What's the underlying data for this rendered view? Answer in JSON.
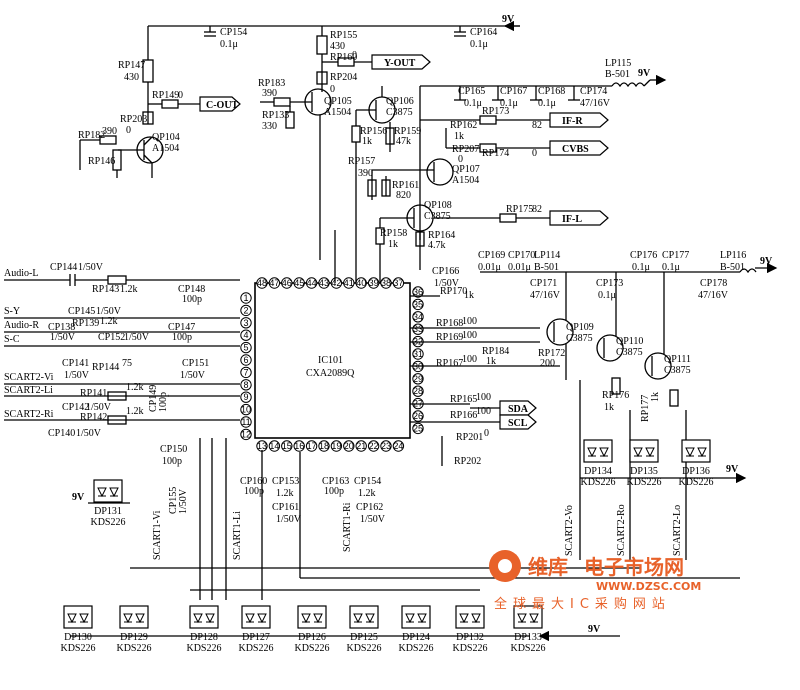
{
  "ic": {
    "ref": "IC101",
    "part": "CXA2089Q"
  },
  "pins_top": [
    "48",
    "47",
    "46",
    "45",
    "44",
    "43",
    "42",
    "41",
    "40",
    "39",
    "38",
    "37"
  ],
  "pins_left": [
    "1",
    "2",
    "3",
    "4",
    "5",
    "6",
    "7",
    "8",
    "9",
    "10",
    "11",
    "12"
  ],
  "pins_bottom": [
    "13",
    "14",
    "15",
    "16",
    "17",
    "18",
    "19",
    "20",
    "21",
    "22",
    "23",
    "24"
  ],
  "pins_right": [
    "36",
    "35",
    "34",
    "33",
    "32",
    "31",
    "30",
    "29",
    "28",
    "27",
    "26",
    "25"
  ],
  "supply": {
    "v9": "9V"
  },
  "signals": {
    "c_out": "C-OUT",
    "y_out": "Y-OUT",
    "if_r": "IF-R",
    "cvbs": "CVBS",
    "if_l": "IF-L",
    "sda": "SDA",
    "scl": "SCL",
    "audio_l": "Audio-L",
    "s_y": "S-Y",
    "audio_r": "Audio-R",
    "s_c": "S-C",
    "scart2_vi": "SCART2-Vi",
    "scart2_li": "SCART2-Li",
    "scart2_ri": "SCART2-Ri",
    "scart1_li": "SCART1-Li",
    "scart1_ri": "SCART1-Ri",
    "scart1_vi": "SCART1-Vi",
    "scart2_vo": "SCART2-Vo",
    "scart2_ro": "SCART2-Ro",
    "scart2_lo": "SCART2-Lo"
  },
  "transistors": {
    "qp104": [
      "QP104",
      "A1504"
    ],
    "qp105": [
      "QP105",
      "A1504"
    ],
    "qp106": [
      "QP106",
      "C3875"
    ],
    "qp107": [
      "QP107",
      "A1504"
    ],
    "qp108": [
      "QP108",
      "C3875"
    ],
    "qp109": [
      "QP109",
      "C3875"
    ],
    "qp110": [
      "QP110",
      "C3875"
    ],
    "qp111": [
      "QP111",
      "C3875"
    ]
  },
  "diodes": {
    "dp130": [
      "DP130",
      "KDS226"
    ],
    "dp129": [
      "DP129",
      "KDS226"
    ],
    "dp128": [
      "DP128",
      "KDS226"
    ],
    "dp127": [
      "DP127",
      "KDS226"
    ],
    "dp126": [
      "DP126",
      "KDS226"
    ],
    "dp125": [
      "DP125",
      "KDS226"
    ],
    "dp124": [
      "DP124",
      "KDS226"
    ],
    "dp132": [
      "DP132",
      "KDS226"
    ],
    "dp133": [
      "DP133",
      "KDS226"
    ],
    "dp131": [
      "DP131",
      "KDS226"
    ],
    "dp134": [
      "DP134",
      "KDS226"
    ],
    "dp135": [
      "DP135",
      "KDS226"
    ],
    "dp136": [
      "DP136",
      "KDS226"
    ]
  },
  "resistors": {
    "rp147": [
      "RP147",
      "430"
    ],
    "rp149": [
      "RP149",
      "0"
    ],
    "rp203": [
      "RP203",
      "0"
    ],
    "rp182": [
      "RP182",
      "390"
    ],
    "rp146": [
      "RP146",
      ""
    ],
    "rp183": [
      "RP183",
      "390"
    ],
    "rp133": [
      "RP133",
      "330"
    ],
    "rp155": [
      "RP155",
      "430"
    ],
    "rp160": [
      "RP160",
      "0"
    ],
    "rp204": [
      "RP204",
      "0"
    ],
    "rp156": [
      "RP156",
      "1k"
    ],
    "rp159": [
      "RP159",
      "47k"
    ],
    "rp162": [
      "RP162",
      "1k"
    ],
    "rp173": [
      "RP173",
      "82"
    ],
    "rp174": [
      "RP174",
      "0"
    ],
    "rp207": [
      "RP207",
      "0"
    ],
    "rp157": [
      "RP157",
      "390"
    ],
    "rp161": [
      "RP161",
      "820"
    ],
    "rp175": [
      "RP175",
      "82"
    ],
    "rp158": [
      "RP158",
      "1k"
    ],
    "rp164": [
      "RP164",
      "4.7k"
    ],
    "rp143": [
      "RP143",
      "1.2k"
    ],
    "rp139": [
      "RP139",
      "1.2k"
    ],
    "rp144": [
      "RP144",
      "75"
    ],
    "rp141": [
      "RP141",
      "1.2k"
    ],
    "rp142": [
      "RP142",
      "1.2k"
    ],
    "rp170": [
      "RP170",
      "1k"
    ],
    "rp168": [
      "RP168",
      "100"
    ],
    "rp169": [
      "RP169",
      "100"
    ],
    "rp184": [
      "RP184",
      "1k"
    ],
    "rp172": [
      "RP172",
      "200"
    ],
    "rp167": [
      "RP167",
      "100"
    ],
    "rp176": [
      "RP176",
      "1k"
    ],
    "rp177": [
      "RP177",
      "1k"
    ],
    "rp165": [
      "RP165",
      "100"
    ],
    "rp166": [
      "RP166",
      "100"
    ],
    "rp201": [
      "RP201",
      "0"
    ],
    "rp202": [
      "RP202",
      ""
    ]
  },
  "capacitors": {
    "cp154t": [
      "CP154",
      "0.1μ"
    ],
    "cp164": [
      "CP164",
      "0.1μ"
    ],
    "cp165": [
      "CP165",
      "0.1μ"
    ],
    "cp167": [
      "CP167",
      "0.1μ"
    ],
    "cp168": [
      "CP168",
      "0.1μ"
    ],
    "cp174": [
      "CP174",
      "47/16V"
    ],
    "cp144": [
      "CP144",
      "1/50V"
    ],
    "cp148": [
      "CP148",
      "100p"
    ],
    "cp145": [
      "CP145",
      "1/50V"
    ],
    "cp138": [
      "CP138",
      "1/50V"
    ],
    "cp152": [
      "CP152",
      "1/50V"
    ],
    "cp147": [
      "CP147",
      "100p"
    ],
    "cp151": [
      "CP151",
      "1/50V"
    ],
    "cp141": [
      "CP141",
      "1/50V"
    ],
    "cp142": [
      "CP142",
      "1/50V"
    ],
    "cp140": [
      "CP140",
      "1/50V"
    ],
    "cp149": [
      "CP149",
      "100p"
    ],
    "cp150": [
      "CP150",
      "100p"
    ],
    "cp155": [
      "CP155",
      "1/50V"
    ],
    "cp160": [
      "CP160",
      "100p"
    ],
    "cp153": [
      "CP153",
      "1.2k"
    ],
    "cp163": [
      "CP163",
      "100p"
    ],
    "cp154b": [
      "CP154",
      "1.2k"
    ],
    "cp162": [
      "CP162",
      "1/50V"
    ],
    "cp161": [
      "CP161",
      "1/50V"
    ],
    "cp166": [
      "CP166",
      "1/50V"
    ],
    "cp169": [
      "CP169",
      "0.01μ"
    ],
    "cp170": [
      "CP170",
      "0.01μ"
    ],
    "cp171": [
      "CP171",
      "47/16V"
    ],
    "cp173": [
      "CP173",
      "0.1μ"
    ],
    "cp176": [
      "CP176",
      "0.1μ"
    ],
    "cp177": [
      "CP177",
      "0.1μ"
    ],
    "cp178": [
      "CP178",
      "47/16V"
    ]
  },
  "inductors": {
    "lp115": [
      "LP115",
      "B-501"
    ],
    "lp114": [
      "LP114",
      "B-501"
    ],
    "lp116": [
      "LP116",
      "B-501"
    ]
  },
  "watermark": {
    "brand": "维库",
    "tagline": "电子市场网",
    "url": "WWW.DZSC.COM",
    "slogan": "全球最大IC采购网站"
  }
}
